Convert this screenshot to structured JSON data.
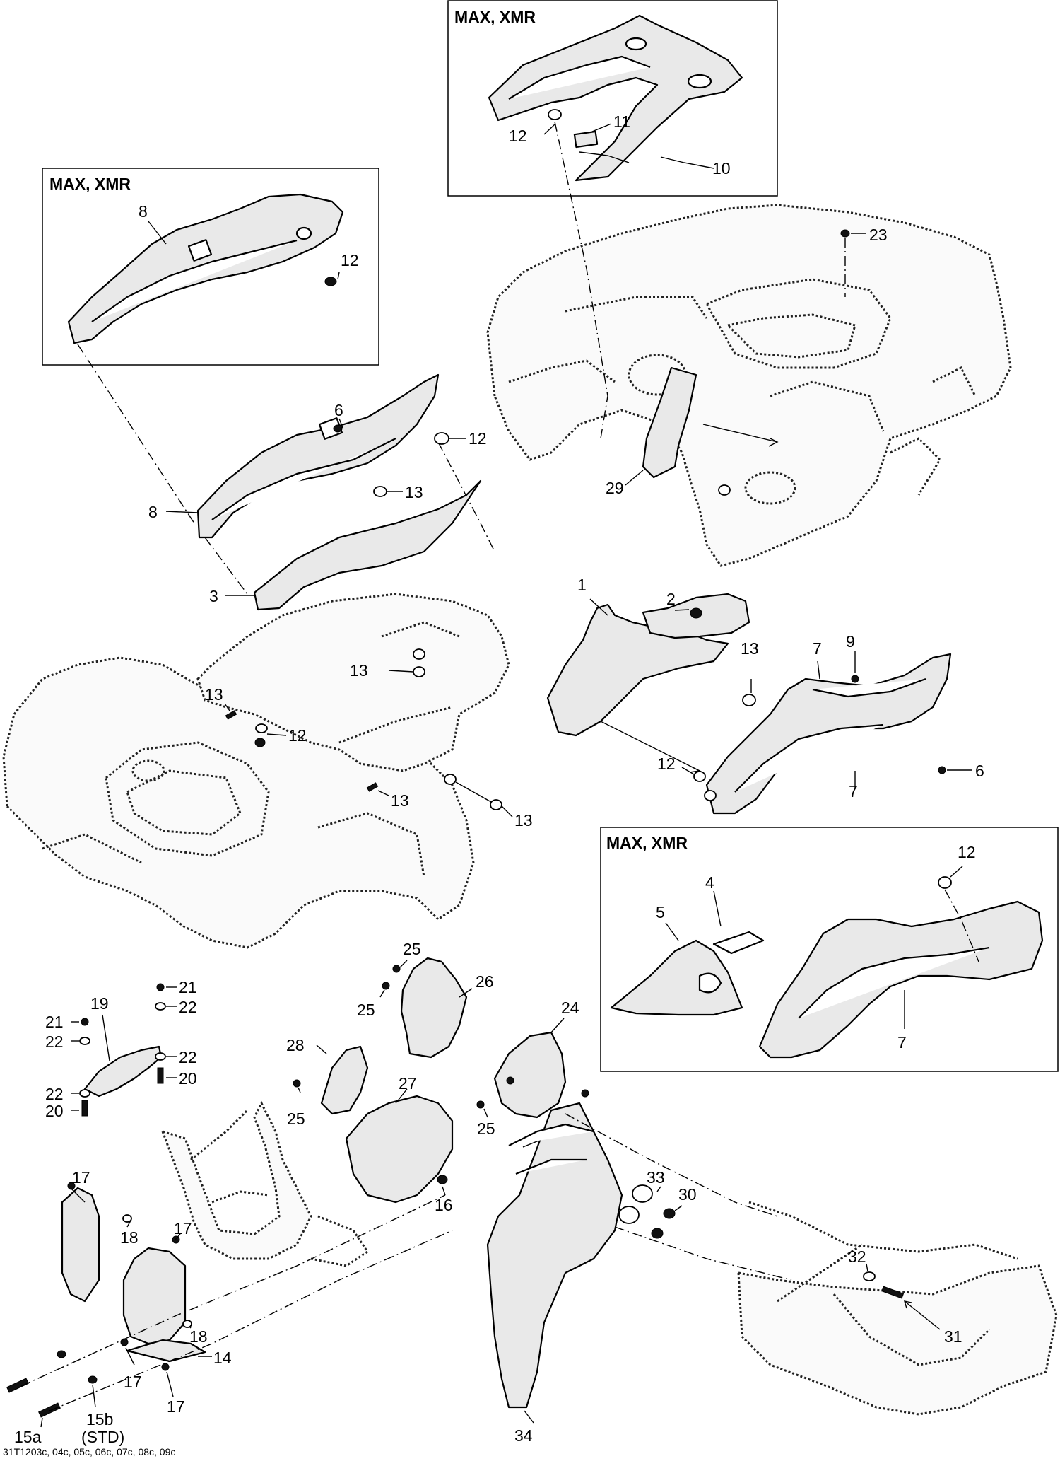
{
  "diagram": {
    "detail_box_title": "MAX, XMR",
    "callouts": {
      "c1": "1",
      "c2": "2",
      "c3": "3",
      "c4": "4",
      "c5": "5",
      "c6": "6",
      "c7": "7",
      "c8": "8",
      "c9": "9",
      "c10": "10",
      "c11": "11",
      "c12": "12",
      "c13": "13",
      "c14": "14",
      "c15a": "15a",
      "c15b": "15b",
      "c15b_note": "(STD)",
      "c16": "16",
      "c17": "17",
      "c18": "18",
      "c19": "19",
      "c20": "20",
      "c21": "21",
      "c22": "22",
      "c23": "23",
      "c24": "24",
      "c25": "25",
      "c26": "26",
      "c27": "27",
      "c28": "28",
      "c29": "29",
      "c30": "30",
      "c31": "31",
      "c32": "32",
      "c33": "33",
      "c34": "34"
    },
    "footer_code": "31T1203c, 04c, 05c, 06c, 07c, 08c, 09c"
  }
}
